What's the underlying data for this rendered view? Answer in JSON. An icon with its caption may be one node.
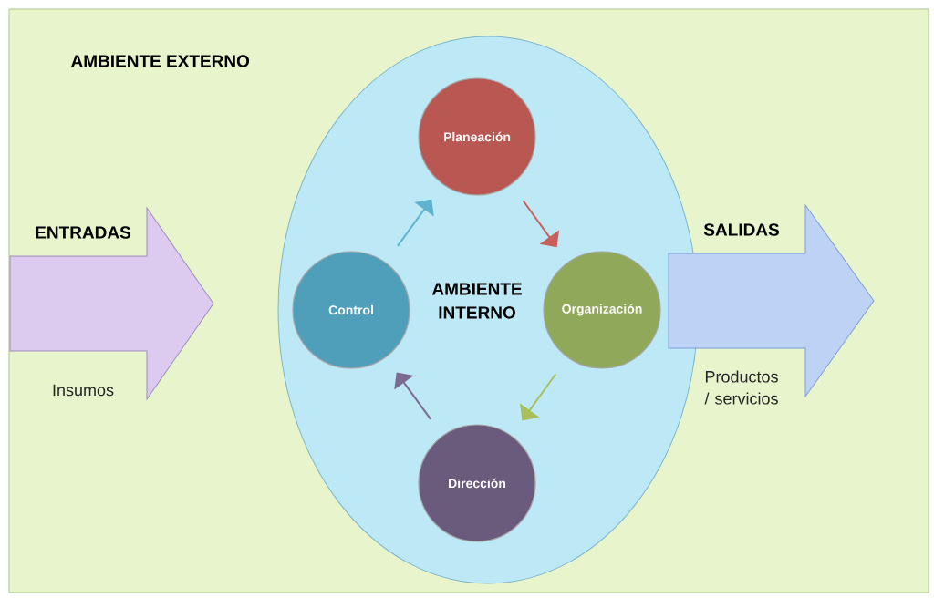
{
  "diagram": {
    "nodes": [
      {
        "text": [
          "AMBIENTE EXTERNO"
        ]
      },
      {
        "text": [
          "ENTRADAS",
          "Insumos"
        ],
        "in": 0
      },
      {
        "text": [
          "AMBIENTE INTERNO"
        ],
        "in": 0
      },
      {
        "text": [
          "Planeación"
        ],
        "in": 2
      },
      {
        "text": [
          "Control"
        ],
        "in": 2
      },
      {
        "text": [
          "Organización"
        ],
        "in": 2
      },
      {
        "text": [
          "Dirección"
        ],
        "in": 2
      },
      {
        "text": [
          "SALIDAS",
          "Productos / servicios"
        ],
        "in": 0
      }
    ],
    "edges": [
      {
        "from": 4,
        "to": 3,
        "arrow": "to",
        "color": "#5fb3cf"
      },
      {
        "from": 3,
        "to": 5,
        "arrow": "to",
        "color": "#c9605c"
      },
      {
        "from": 5,
        "to": 6,
        "arrow": "to",
        "color": "#a9bf5e"
      },
      {
        "from": 6,
        "to": 4,
        "arrow": "to",
        "color": "#7d6a93"
      }
    ]
  }
}
